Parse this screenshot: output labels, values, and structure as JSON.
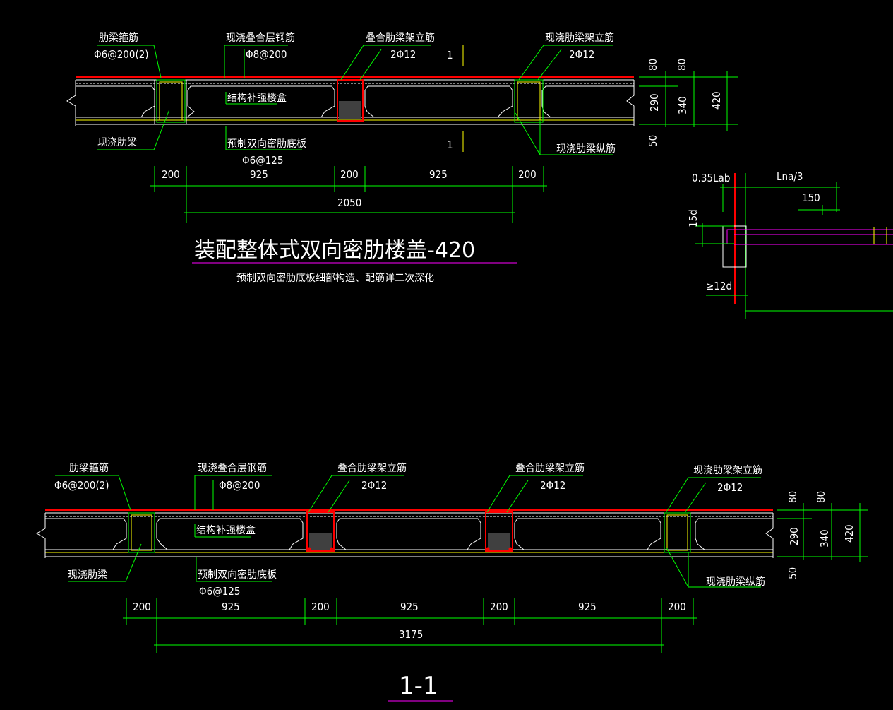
{
  "drawing1": {
    "labels": {
      "rib_stirrup": "肋梁箍筋",
      "rib_stirrup_spec": "Φ6@200(2)",
      "cast_overlay_rebar": "现浇叠合层钢筋",
      "cast_overlay_rebar_spec": "Φ8@200",
      "composite_frame_bar": "叠合肋梁架立筋",
      "composite_frame_bar_spec": "2Φ12",
      "cast_frame_bar": "现浇肋梁架立筋",
      "cast_frame_bar_spec": "2Φ12",
      "structural_box": "结构补强楼盒",
      "cast_rib_beam": "现浇肋梁",
      "precast_bottom_plate": "预制双向密肋底板",
      "precast_bottom_plate_spec": "Φ6@125",
      "cast_long_bar": "现浇肋梁纵筋",
      "section_mark": "1"
    },
    "dims": [
      "200",
      "925",
      "200",
      "925",
      "200"
    ],
    "total": "2050",
    "heights": [
      "80",
      "80",
      "290",
      "340",
      "420",
      "50"
    ],
    "title": "装配整体式双向密肋楼盖-420",
    "subtitle": "预制双向密肋底板细部构造、配筋详二次深化"
  },
  "detail": {
    "lab": "0.35Lab",
    "lna": "Lna/3",
    "d150": "150",
    "d15": "15d",
    "d12": "≥12d"
  },
  "drawing2": {
    "labels": {
      "rib_stirrup": "肋梁箍筋",
      "rib_stirrup_spec": "Φ6@200(2)",
      "cast_overlay_rebar": "现浇叠合层钢筋",
      "cast_overlay_rebar_spec": "Φ8@200",
      "composite_frame_bar_1": "叠合肋梁架立筋",
      "composite_frame_bar_1_spec": "2Φ12",
      "composite_frame_bar_2": "叠合肋梁架立筋",
      "composite_frame_bar_2_spec": "2Φ12",
      "cast_frame_bar": "现浇肋梁架立筋",
      "cast_frame_bar_spec": "2Φ12",
      "structural_box": "结构补强楼盒",
      "cast_rib_beam": "现浇肋梁",
      "precast_bottom_plate": "预制双向密肋底板",
      "precast_bottom_plate_spec": "Φ6@125",
      "cast_long_bar": "现浇肋梁纵筋"
    },
    "dims": [
      "200",
      "925",
      "200",
      "925",
      "200",
      "925",
      "200"
    ],
    "total": "3175",
    "heights": [
      "80",
      "80",
      "290",
      "340",
      "420",
      "50"
    ],
    "title": "1-1"
  },
  "colors": {
    "background": "#000000",
    "leader": "#00ff00",
    "rebar_red": "#ff0000",
    "title_underline": "#ff00ff",
    "concrete_line": "#ffffff"
  }
}
